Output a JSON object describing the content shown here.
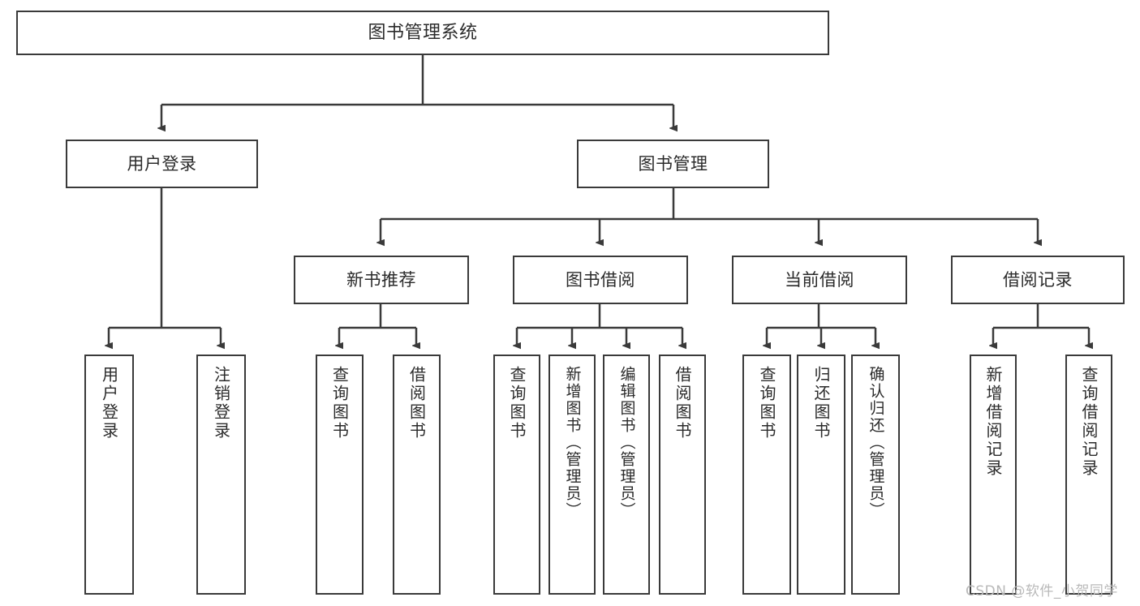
{
  "diagram": {
    "type": "tree",
    "title": "图书管理系统",
    "root": {
      "label": "图书管理系统"
    },
    "level1": [
      {
        "id": "user-login",
        "label": "用户登录"
      },
      {
        "id": "book-manage",
        "label": "图书管理"
      }
    ],
    "level2": [
      {
        "id": "new-book-recommend",
        "label": "新书推荐",
        "parent": "book-manage"
      },
      {
        "id": "book-borrow",
        "label": "图书借阅",
        "parent": "book-manage"
      },
      {
        "id": "current-borrow",
        "label": "当前借阅",
        "parent": "book-manage"
      },
      {
        "id": "borrow-record",
        "label": "借阅记录",
        "parent": "book-manage"
      }
    ],
    "leaves": [
      {
        "id": "leaf-user-login",
        "label": "用户登录",
        "parent": "user-login"
      },
      {
        "id": "leaf-logout",
        "label": "注销登录",
        "parent": "user-login"
      },
      {
        "id": "leaf-query-book-1",
        "label": "查询图书",
        "parent": "new-book-recommend"
      },
      {
        "id": "leaf-borrow-book-1",
        "label": "借阅图书",
        "parent": "new-book-recommend"
      },
      {
        "id": "leaf-query-book-2",
        "label": "查询图书",
        "parent": "book-borrow"
      },
      {
        "id": "leaf-add-book",
        "label": "新增图书（管理员）",
        "parent": "book-borrow"
      },
      {
        "id": "leaf-edit-book",
        "label": "编辑图书（管理员）",
        "parent": "book-borrow"
      },
      {
        "id": "leaf-borrow-book-2",
        "label": "借阅图书",
        "parent": "book-borrow"
      },
      {
        "id": "leaf-query-book-3",
        "label": "查询图书",
        "parent": "current-borrow"
      },
      {
        "id": "leaf-return-book",
        "label": "归还图书",
        "parent": "current-borrow"
      },
      {
        "id": "leaf-confirm-return",
        "label": "确认归还（管理员）",
        "parent": "current-borrow"
      },
      {
        "id": "leaf-add-record",
        "label": "新增借阅记录",
        "parent": "borrow-record"
      },
      {
        "id": "leaf-query-record",
        "label": "查询借阅记录",
        "parent": "borrow-record"
      }
    ]
  },
  "watermark": {
    "text": "CSDN @软件_小贺同学"
  },
  "colors": {
    "stroke": "#3a3a3a",
    "box_fill": "#ffffff",
    "text": "#2b2b2b",
    "watermark": "#b9b9b9",
    "background": "#ffffff"
  }
}
